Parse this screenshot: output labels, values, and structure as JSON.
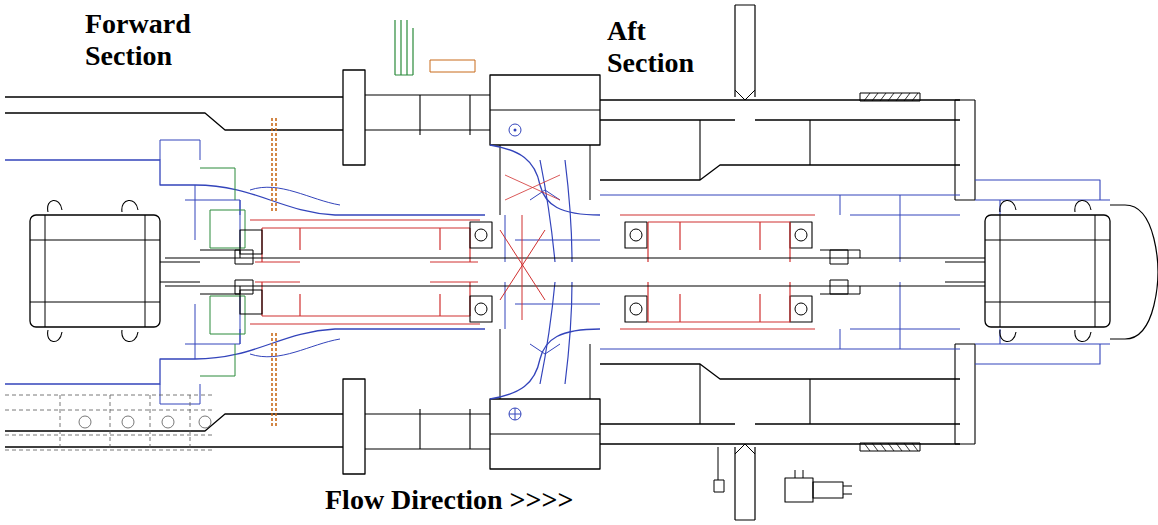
{
  "diagram": {
    "labels": [
      "Forward Section",
      "Aft Section",
      "Flow Direction >>>>"
    ]
  }
}
